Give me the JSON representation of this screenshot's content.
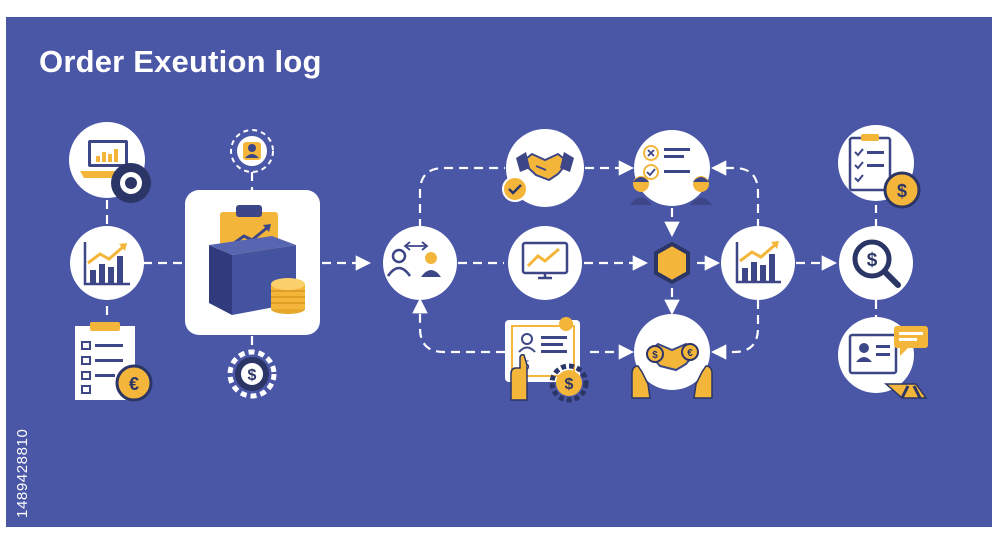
{
  "title": "Order Exeution log",
  "stock_id": "1489428810",
  "colors": {
    "background": "#4a56a6",
    "node_fill": "#ffffff",
    "accent": "#f4b63a",
    "ink": "#3d4686",
    "connector": "#ffffff"
  },
  "nodes": [
    {
      "name": "laptop-chart-node",
      "icon": "laptop-chart-icon"
    },
    {
      "name": "growth-chart-node-left",
      "icon": "bar-chart-icon"
    },
    {
      "name": "checklist-euro-node",
      "icon": "checklist-euro-icon"
    },
    {
      "name": "user-badge-node",
      "icon": "user-badge-icon"
    },
    {
      "name": "order-box-node",
      "icon": "order-box-coins-icon"
    },
    {
      "name": "dollar-gear-node",
      "icon": "dollar-gear-icon"
    },
    {
      "name": "user-exchange-node",
      "icon": "user-exchange-icon"
    },
    {
      "name": "handshake-node",
      "icon": "handshake-icon"
    },
    {
      "name": "monitor-chart-node",
      "icon": "monitor-chart-icon"
    },
    {
      "name": "contract-node",
      "icon": "contract-gear-icon"
    },
    {
      "name": "team-review-node",
      "icon": "team-review-icon"
    },
    {
      "name": "hexagon-hub-node",
      "icon": "hexagon-icon"
    },
    {
      "name": "currency-exchange-node",
      "icon": "currency-handshake-icon"
    },
    {
      "name": "growth-chart-node-right",
      "icon": "bar-chart-icon"
    },
    {
      "name": "checklist-dollar-node",
      "icon": "checklist-dollar-icon"
    },
    {
      "name": "dollar-search-node",
      "icon": "dollar-magnifier-icon"
    },
    {
      "name": "profile-message-node",
      "icon": "profile-message-icon"
    }
  ]
}
